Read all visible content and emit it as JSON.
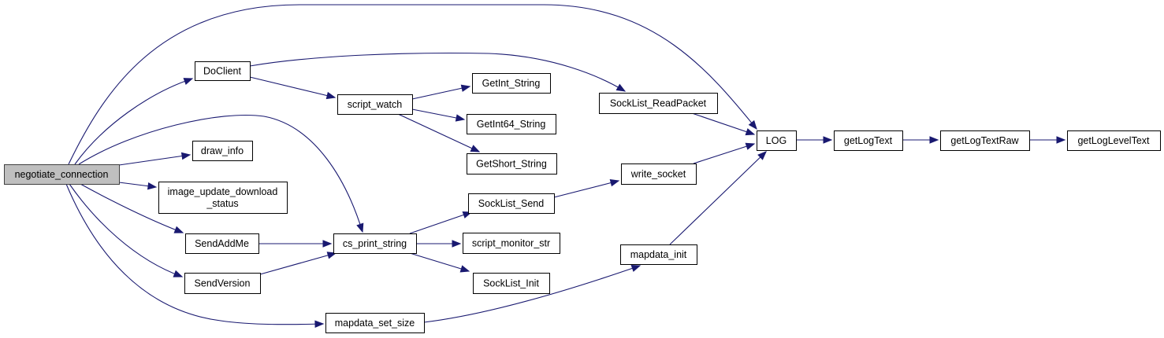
{
  "diagram": {
    "type": "call-graph",
    "root": "negotiate_connection",
    "colors": {
      "edge": "#191970",
      "root_fill": "#bfbfbf",
      "node_fill": "#ffffff",
      "node_border": "#000000"
    },
    "nodes": [
      {
        "id": "negotiate_connection",
        "lines": [
          "negotiate_connection"
        ],
        "root": true
      },
      {
        "id": "DoClient",
        "lines": [
          "DoClient"
        ]
      },
      {
        "id": "draw_info",
        "lines": [
          "draw_info"
        ]
      },
      {
        "id": "image_update_download_status",
        "lines": [
          "image_update_download",
          "_status"
        ]
      },
      {
        "id": "SendAddMe",
        "lines": [
          "SendAddMe"
        ]
      },
      {
        "id": "SendVersion",
        "lines": [
          "SendVersion"
        ]
      },
      {
        "id": "script_watch",
        "lines": [
          "script_watch"
        ]
      },
      {
        "id": "cs_print_string",
        "lines": [
          "cs_print_string"
        ]
      },
      {
        "id": "mapdata_set_size",
        "lines": [
          "mapdata_set_size"
        ]
      },
      {
        "id": "GetInt_String",
        "lines": [
          "GetInt_String"
        ]
      },
      {
        "id": "GetInt64_String",
        "lines": [
          "GetInt64_String"
        ]
      },
      {
        "id": "GetShort_String",
        "lines": [
          "GetShort_String"
        ]
      },
      {
        "id": "SockList_Send",
        "lines": [
          "SockList_Send"
        ]
      },
      {
        "id": "script_monitor_str",
        "lines": [
          "script_monitor_str"
        ]
      },
      {
        "id": "SockList_Init",
        "lines": [
          "SockList_Init"
        ]
      },
      {
        "id": "SockList_ReadPacket",
        "lines": [
          "SockList_ReadPacket"
        ]
      },
      {
        "id": "write_socket",
        "lines": [
          "write_socket"
        ]
      },
      {
        "id": "mapdata_init",
        "lines": [
          "mapdata_init"
        ]
      },
      {
        "id": "LOG",
        "lines": [
          "LOG"
        ]
      },
      {
        "id": "getLogText",
        "lines": [
          "getLogText"
        ]
      },
      {
        "id": "getLogTextRaw",
        "lines": [
          "getLogTextRaw"
        ]
      },
      {
        "id": "getLogLevelText",
        "lines": [
          "getLogLevelText"
        ]
      }
    ],
    "edges": [
      {
        "from": "negotiate_connection",
        "to": "DoClient"
      },
      {
        "from": "negotiate_connection",
        "to": "LOG"
      },
      {
        "from": "negotiate_connection",
        "to": "cs_print_string"
      },
      {
        "from": "negotiate_connection",
        "to": "draw_info"
      },
      {
        "from": "negotiate_connection",
        "to": "image_update_download_status"
      },
      {
        "from": "negotiate_connection",
        "to": "SendAddMe"
      },
      {
        "from": "negotiate_connection",
        "to": "SendVersion"
      },
      {
        "from": "negotiate_connection",
        "to": "mapdata_set_size"
      },
      {
        "from": "DoClient",
        "to": "script_watch"
      },
      {
        "from": "DoClient",
        "to": "SockList_ReadPacket"
      },
      {
        "from": "script_watch",
        "to": "GetInt_String"
      },
      {
        "from": "script_watch",
        "to": "GetInt64_String"
      },
      {
        "from": "script_watch",
        "to": "GetShort_String"
      },
      {
        "from": "SendAddMe",
        "to": "cs_print_string"
      },
      {
        "from": "SendVersion",
        "to": "cs_print_string"
      },
      {
        "from": "cs_print_string",
        "to": "SockList_Send"
      },
      {
        "from": "cs_print_string",
        "to": "script_monitor_str"
      },
      {
        "from": "cs_print_string",
        "to": "SockList_Init"
      },
      {
        "from": "SockList_Send",
        "to": "write_socket"
      },
      {
        "from": "mapdata_set_size",
        "to": "mapdata_init"
      },
      {
        "from": "SockList_ReadPacket",
        "to": "LOG"
      },
      {
        "from": "write_socket",
        "to": "LOG"
      },
      {
        "from": "mapdata_init",
        "to": "LOG"
      },
      {
        "from": "LOG",
        "to": "getLogText"
      },
      {
        "from": "getLogText",
        "to": "getLogTextRaw"
      },
      {
        "from": "getLogTextRaw",
        "to": "getLogLevelText"
      }
    ]
  }
}
